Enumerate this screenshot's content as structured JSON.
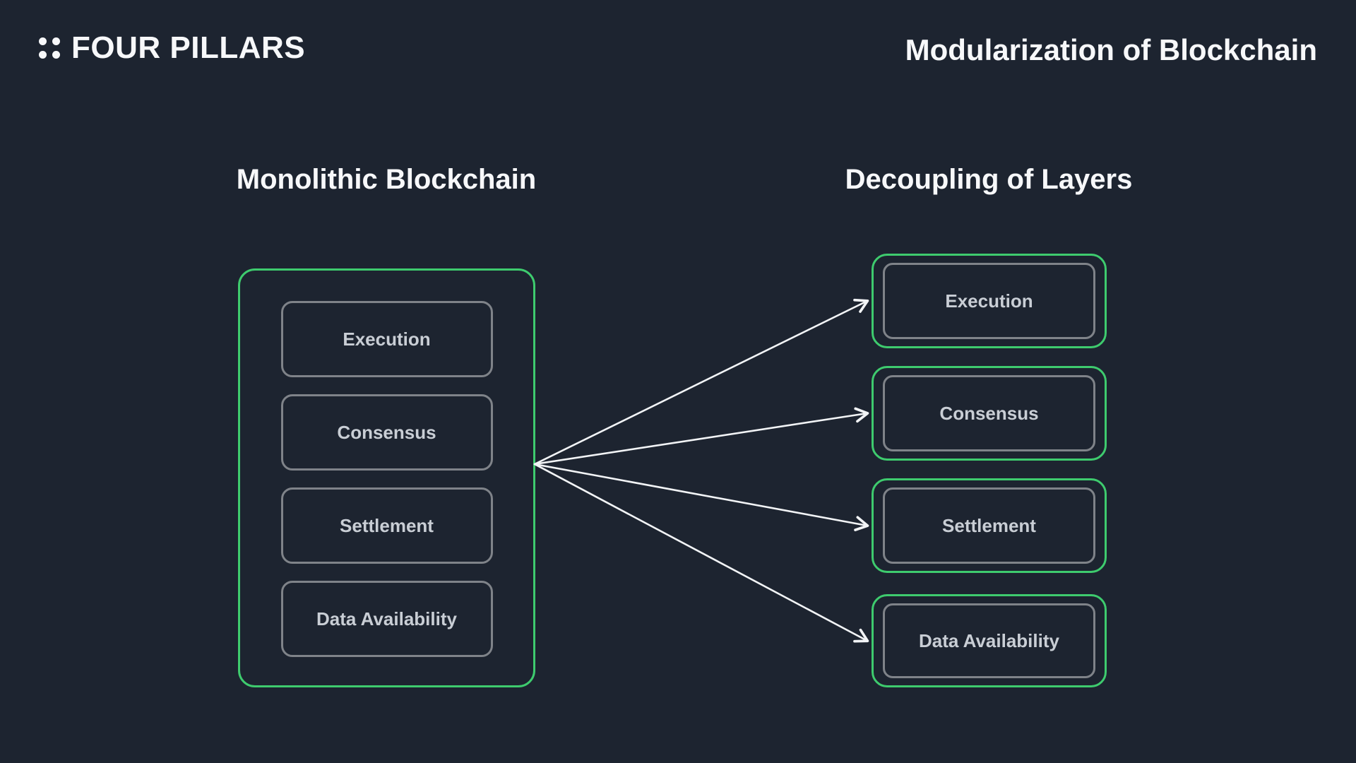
{
  "header": {
    "logo": {
      "icon": "four-dots-icon",
      "text": "FOUR PILLARS"
    },
    "title": "Modularization of Blockchain"
  },
  "left_section": {
    "heading": "Monolithic Blockchain",
    "layers": [
      "Execution",
      "Consensus",
      "Settlement",
      "Data Availability"
    ]
  },
  "right_section": {
    "heading": "Decoupling of Layers",
    "layers": [
      "Execution",
      "Consensus",
      "Settlement",
      "Data Availability"
    ]
  },
  "colors": {
    "background": "#1d2430",
    "accent_green": "#3ecb6e",
    "border_gray": "#7f8389",
    "layer_text": "#c9ced5",
    "heading_text": "#f7f8fa",
    "arrow": "#f2f4f6"
  }
}
